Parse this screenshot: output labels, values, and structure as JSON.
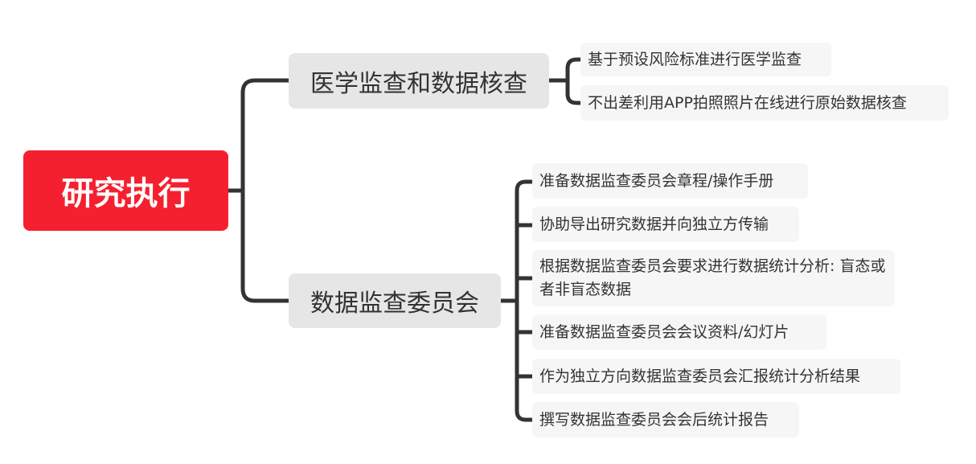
{
  "root": {
    "label": "研究执行"
  },
  "branches": [
    {
      "label": "医学监查和数据核查",
      "children": [
        "基于预设风险标准进行医学监查",
        "不出差利用APP拍照照片在线进行原始数据核查"
      ]
    },
    {
      "label": "数据监查委员会",
      "children": [
        "准备数据监查委员会章程/操作手册",
        "协助导出研究数据并向独立方传输",
        "根据数据监查委员会要求进行数据统计分析: 盲态或者非盲态数据",
        "准备数据监查委员会会议资料/幻灯片",
        "作为独立方向数据监查委员会汇报统计分析结果",
        "撰写数据监查委员会会后统计报告"
      ]
    }
  ],
  "colors": {
    "root_fill": "#f5202f",
    "branch_fill": "#e6e6e6",
    "leaf_fill": "#f6f6f6",
    "connector": "#333333"
  }
}
